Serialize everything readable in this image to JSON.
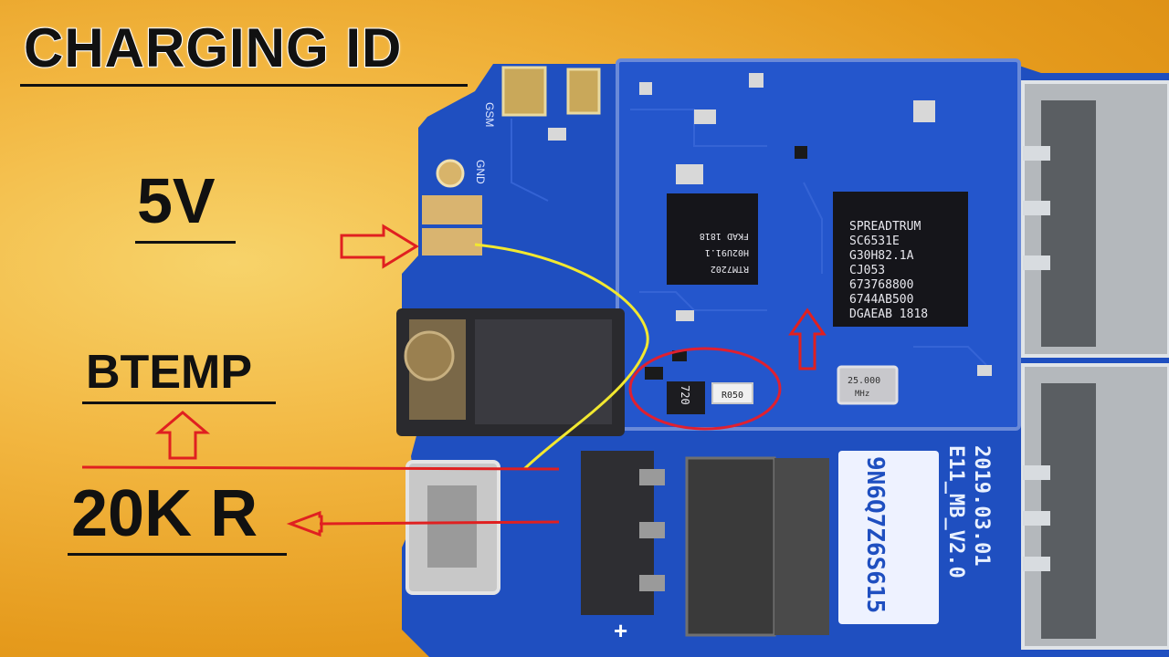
{
  "title": "CHARGING ID",
  "labels": {
    "v5": "5V",
    "btemp": "BTEMP",
    "resistor": "20K R"
  },
  "board": {
    "main_chip": [
      "SPREADTRUM",
      "SC6531E",
      "G30H82.1A",
      "CJ053",
      "673768800",
      "6744AB500",
      "DGAEAB 1818"
    ],
    "pmic_chip": [
      "RTM7202",
      "H02U91.1",
      "FKAD 1818"
    ],
    "crystal": [
      "25.000",
      "MHz"
    ],
    "date_text": "2019.03.01",
    "model_text": "E11_MB_V2.0",
    "serial_text": "9N6Q7Z6S615",
    "resistor_mark": "R050",
    "transistor_mark": "720",
    "pad_gsm": "GSM",
    "pad_gnd": "GND",
    "plus_mark": "+"
  },
  "colors": {
    "background": "#f2b640",
    "pcb": "#1f4fc0",
    "arrow": "#e02020",
    "wire": "#f2e830",
    "text": "#111111"
  }
}
